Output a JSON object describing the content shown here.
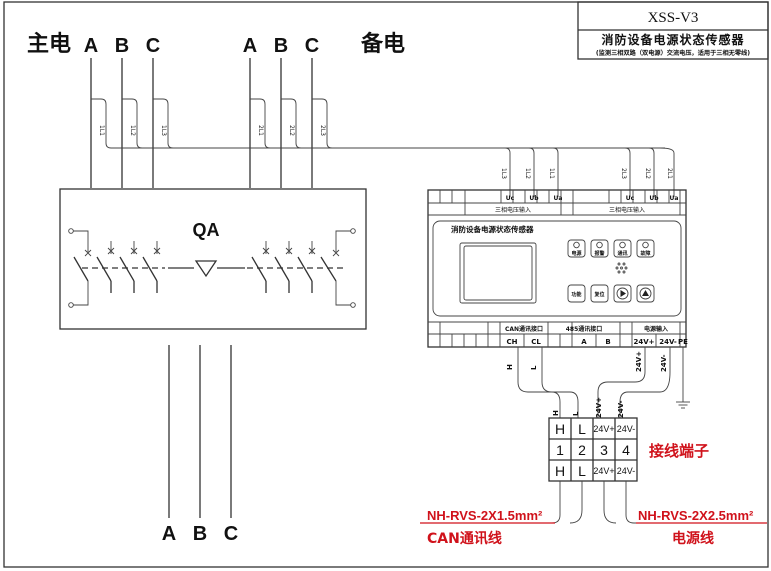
{
  "title_block": {
    "model": "XSS-V3",
    "product_name": "消防设备电源状态传感器",
    "description": "(监测三相双路（双电源）交流电压，适用于三相无零线)"
  },
  "sources": {
    "main_label": "主电",
    "backup_label": "备电",
    "main_phases": [
      "A",
      "B",
      "C"
    ],
    "backup_phases": [
      "A",
      "B",
      "C"
    ],
    "main_taps": [
      "1L1",
      "1L2",
      "1L3"
    ],
    "backup_taps": [
      "2L1",
      "2L2",
      "2L3"
    ]
  },
  "switch": {
    "label": "QA",
    "output_phases": [
      "A",
      "B",
      "C"
    ]
  },
  "device": {
    "panel_title": "消防设备电源状态传感器",
    "input_groups": [
      "三相电压输入",
      "三相电压输入"
    ],
    "input_wire_labels_left": [
      "1L3",
      "1L2",
      "1L1"
    ],
    "input_wire_labels_right": [
      "2L3",
      "2L2",
      "2L1"
    ],
    "input_terminals_left": [
      "Uc",
      "Ub",
      "Ua"
    ],
    "input_terminals_right": [
      "Uc",
      "Ub",
      "Ua"
    ],
    "indicators": [
      "电源",
      "报警",
      "通讯",
      "故障"
    ],
    "buttons": [
      "功能",
      "复位",
      "▶",
      "▲"
    ],
    "bottom_groups": [
      "CAN通讯接口",
      "485通讯接口",
      "电源输入"
    ],
    "bottom_terminals": [
      "CH",
      "CL",
      "A",
      "B",
      "24V+",
      "24V-",
      "PE"
    ],
    "output_wire_labels": [
      "H",
      "L",
      "24V+",
      "24V-"
    ]
  },
  "terminal_block": {
    "label": "接线端子",
    "top_row": [
      "H",
      "L",
      "24V+",
      "24V-"
    ],
    "numbers": [
      "1",
      "2",
      "3",
      "4"
    ],
    "bottom_row": [
      "H",
      "L",
      "24V+",
      "24V-"
    ],
    "top_wire_labels": [
      "H",
      "L",
      "24V+",
      "24V-"
    ]
  },
  "cables": {
    "can_spec": "NH-RVS-2X1.5mm²",
    "can_name": "CAN通讯线",
    "power_spec": "NH-RVS-2X2.5mm²",
    "power_name": "电源线"
  },
  "colors": {
    "annotation_red": "#d0121b",
    "line": "#333333"
  }
}
